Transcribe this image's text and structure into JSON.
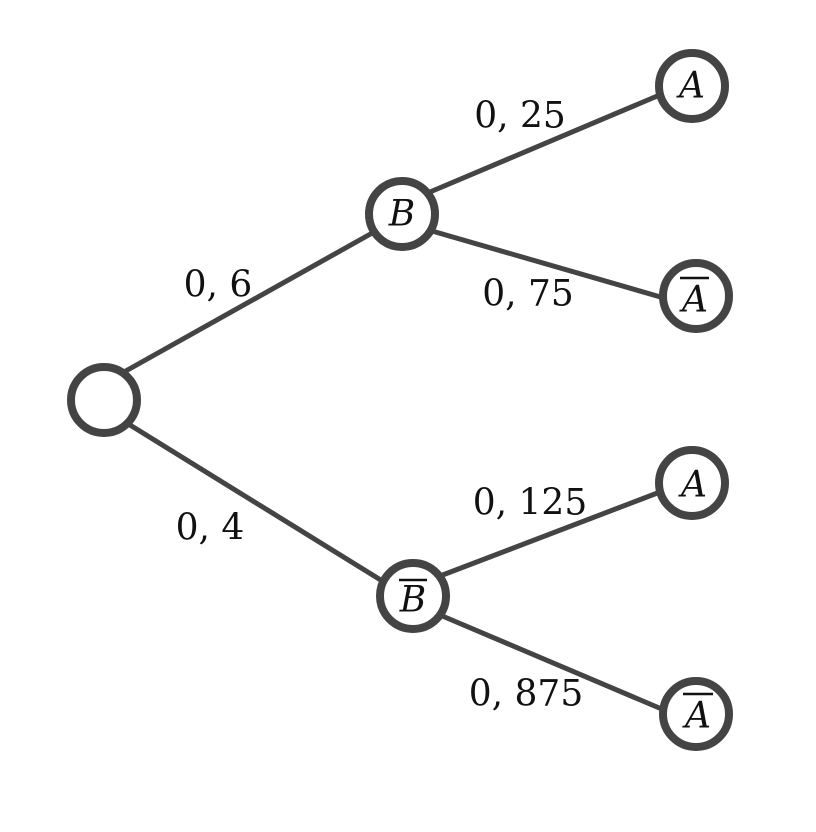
{
  "tree": {
    "root": {
      "label": ""
    },
    "branch_top": {
      "probability": "0, 6",
      "node": {
        "label": "B",
        "negated": false
      },
      "children": [
        {
          "probability": "0, 25",
          "label": "A",
          "negated": false
        },
        {
          "probability": "0, 75",
          "label": "A",
          "negated": true
        }
      ]
    },
    "branch_bottom": {
      "probability": "0, 4",
      "node": {
        "label": "B",
        "negated": true
      },
      "children": [
        {
          "probability": "0, 125",
          "label": "A",
          "negated": false
        },
        {
          "probability": "0, 875",
          "label": "A",
          "negated": true
        }
      ]
    }
  },
  "colors": {
    "stroke": "#444444",
    "text": "#111111",
    "background": "#ffffff"
  }
}
